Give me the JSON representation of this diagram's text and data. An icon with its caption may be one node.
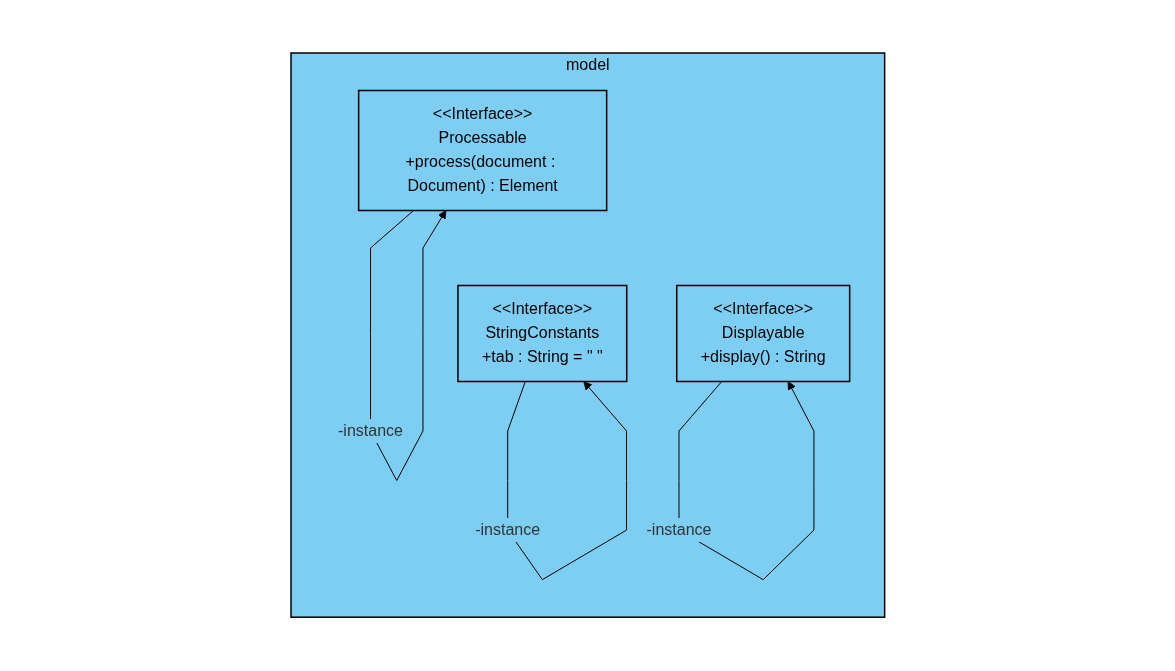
{
  "diagram": {
    "nodes": [
      {
        "text": [
          "model"
        ]
      },
      {
        "text": [
          "<<Interface>>",
          "Processable",
          "+process(document : Document) : Element"
        ],
        "in": 0
      },
      {
        "text": [
          "<<Interface>>",
          "StringConstants",
          "+tab : String = \"  \""
        ],
        "in": 0
      },
      {
        "text": [
          "<<Interface>>",
          "Displayable",
          "+display() : String"
        ],
        "in": 0
      }
    ],
    "edges": [
      {
        "from": 1,
        "to": 1,
        "label": "-instance",
        "arrow": "to"
      },
      {
        "from": 2,
        "to": 2,
        "label": "-instance",
        "arrow": "to"
      },
      {
        "from": 3,
        "to": 3,
        "label": "-instance",
        "arrow": "to"
      }
    ]
  }
}
